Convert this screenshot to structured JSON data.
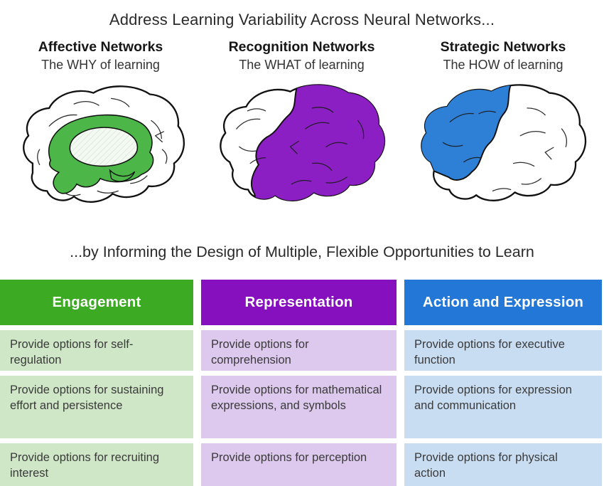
{
  "title_top": "Address Learning Variability Across Neural Networks...",
  "title_bottom": "...by Informing the Design of Multiple, Flexible Opportunities to Learn",
  "networks": [
    {
      "name": "Affective Networks",
      "subtitle": "The WHY of learning",
      "highlight": "limbic ring (medial view)"
    },
    {
      "name": "Recognition Networks",
      "subtitle": "The WHAT of learning",
      "highlight": "posterior cortex (lateral view)"
    },
    {
      "name": "Strategic Networks",
      "subtitle": "The HOW of learning",
      "highlight": "frontal lobe (lateral view)"
    }
  ],
  "table": {
    "columns": [
      {
        "header": "Engagement",
        "cells": [
          "Provide options for self-regulation",
          "Provide options for sustaining effort and persistence",
          "Provide options for recruiting interest"
        ]
      },
      {
        "header": "Representation",
        "cells": [
          "Provide options for comprehension",
          "Provide options for mathematical expressions, and symbols",
          "Provide options for perception"
        ]
      },
      {
        "header": "Action and Expression",
        "cells": [
          "Provide options for executive function",
          "Provide options for expression and communication",
          "Provide options for physical action"
        ]
      }
    ]
  },
  "colors": {
    "green": "#3CAA23",
    "purple": "#8710BE",
    "blue": "#2378D7",
    "green_light": "#CFE7C7",
    "purple_light": "#DDC8EE",
    "blue_light": "#C8DDF2",
    "brain_green": "#4CB748",
    "brain_purple": "#8B1FC4",
    "brain_blue": "#2E7FD6"
  }
}
